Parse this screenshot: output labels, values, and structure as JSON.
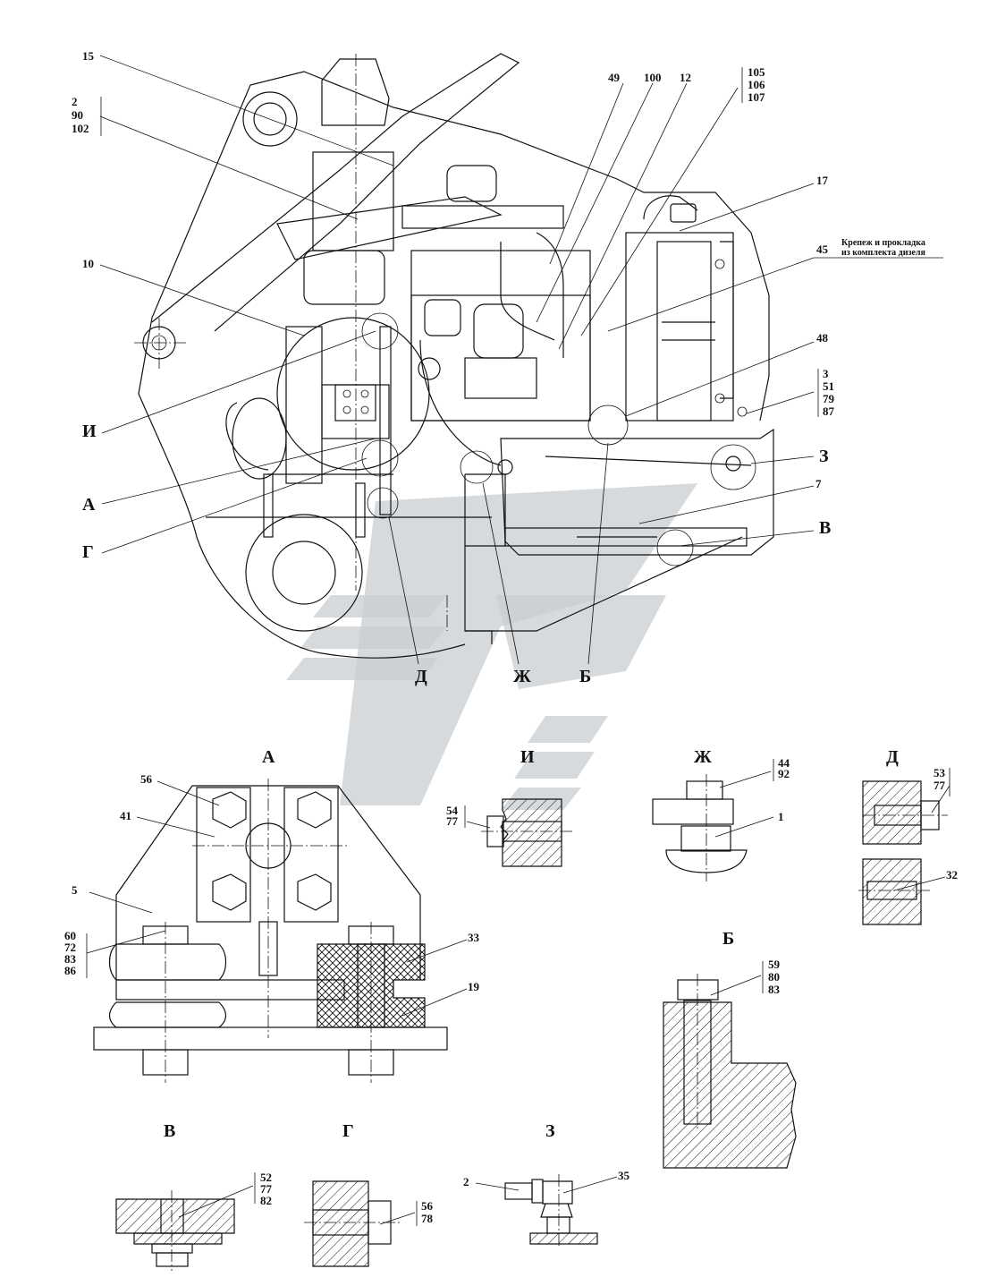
{
  "callouts": {
    "c15": "15",
    "c2_90_102": [
      "2",
      "90",
      "102"
    ],
    "c10": "10",
    "c49": "49",
    "c100": "100",
    "c12": "12",
    "c105_106_107": [
      "105",
      "106",
      "107"
    ],
    "c17": "17",
    "c45": "45",
    "c45_note": [
      "Крепеж и прокладка",
      "из комплекта дизеля"
    ],
    "c48": "48",
    "c3_51_79_87": [
      "3",
      "51",
      "79",
      "87"
    ],
    "c7": "7",
    "A_56": "56",
    "A_41": "41",
    "A_5": "5",
    "A_60_72_83_86": [
      "60",
      "72",
      "83",
      "86"
    ],
    "A_33": "33",
    "A_19": "19",
    "I_54_77": [
      "54",
      "77"
    ],
    "Zh_44_92": [
      "44",
      "92"
    ],
    "Zh_1": "1",
    "D_53_77": [
      "53",
      "77"
    ],
    "D_32": "32",
    "B_59_80_83": [
      "59",
      "80",
      "83"
    ],
    "V_52_77_82": [
      "52",
      "77",
      "82"
    ],
    "G_56_78": [
      "56",
      "78"
    ],
    "Z_2": "2",
    "Z_35": "35"
  },
  "view_letters": {
    "I": "И",
    "A": "А",
    "G": "Г",
    "Z": "З",
    "V": "В",
    "D": "Д",
    "Zh": "Ж",
    "B": "Б"
  },
  "section_titles": {
    "A": "А",
    "I": "И",
    "Zh": "Ж",
    "D": "Д",
    "B": "Б",
    "V": "В",
    "G": "Г",
    "Z": "З"
  }
}
